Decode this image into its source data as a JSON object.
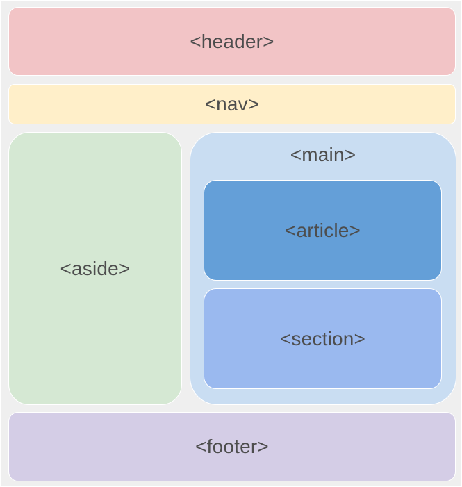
{
  "labels": {
    "header": "<header>",
    "nav": "<nav>",
    "aside": "<aside>",
    "main": "<main>",
    "article": "<article>",
    "section": "<section>",
    "footer": "<footer>"
  },
  "colors": {
    "header": "#f2c4c6",
    "nav": "#ffefc9",
    "aside": "#d5e8d3",
    "main": "#c9ddf2",
    "article": "#649fd8",
    "section": "#9ab9ef",
    "footer": "#d4cde6",
    "background": "#efefef",
    "text": "#4d4d4d"
  }
}
